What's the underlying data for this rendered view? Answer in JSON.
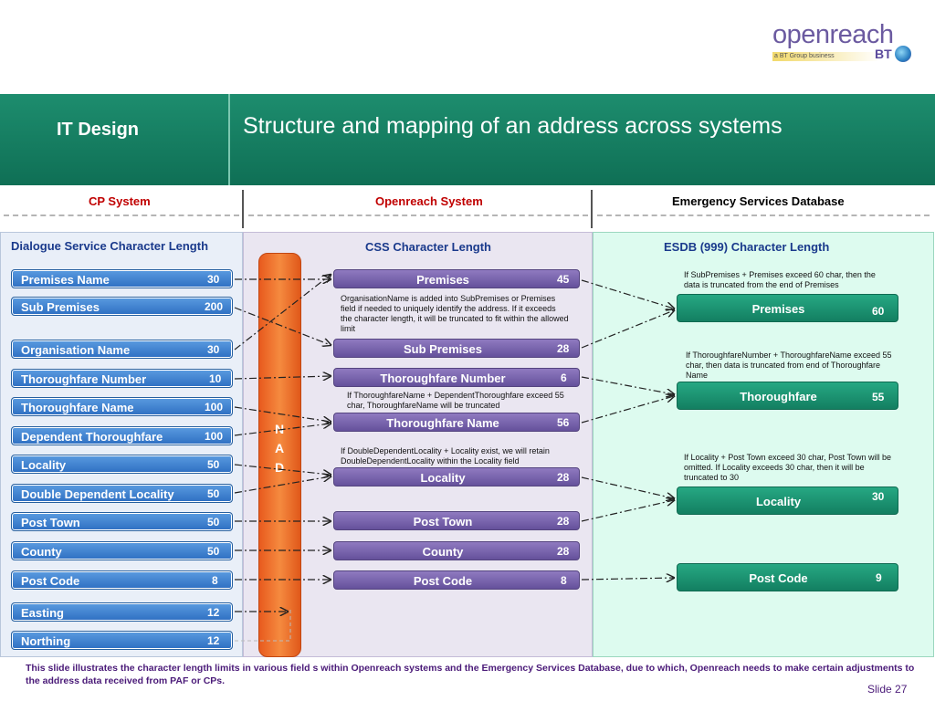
{
  "logo": {
    "word": "openreach",
    "tagline": "a BT Group business",
    "bt": "BT"
  },
  "banner": {
    "section": "IT Design",
    "title": "Structure and mapping of an address across systems"
  },
  "columns": {
    "cp": "CP System",
    "openreach": "Openreach System",
    "esdb": "Emergency Services Database"
  },
  "panels": {
    "left_title": "Dialogue Service  Character Length",
    "mid_title": "CSS Character Length",
    "right_title": "ESDB (999) Character Length"
  },
  "nad": [
    "N",
    "A",
    "D"
  ],
  "cp_fields": [
    {
      "label": "Premises Name",
      "value": "30"
    },
    {
      "label": "Sub Premises",
      "value": "200"
    },
    {
      "label": "Organisation Name",
      "value": "30"
    },
    {
      "label": "Thoroughfare Number",
      "value": "10"
    },
    {
      "label": "Thoroughfare Name",
      "value": "100"
    },
    {
      "label": "Dependent Thoroughfare",
      "value": "100"
    },
    {
      "label": "Locality",
      "value": "50"
    },
    {
      "label": "Double Dependent Locality",
      "value": "50"
    },
    {
      "label": "Post Town",
      "value": "50"
    },
    {
      "label": "County",
      "value": "50"
    },
    {
      "label": "Post Code",
      "value": "8"
    },
    {
      "label": "Easting",
      "value": "12"
    },
    {
      "label": "Northing",
      "value": "12"
    }
  ],
  "css_fields": [
    {
      "label": "Premises",
      "value": "45"
    },
    {
      "label": "Sub Premises",
      "value": "28"
    },
    {
      "label": "Thoroughfare Number",
      "value": "6"
    },
    {
      "label": "Thoroughfare Name",
      "value": "56"
    },
    {
      "label": "Locality",
      "value": "28"
    },
    {
      "label": "Post Town",
      "value": "28"
    },
    {
      "label": "County",
      "value": "28"
    },
    {
      "label": "Post Code",
      "value": "8"
    }
  ],
  "esdb_fields": [
    {
      "label": "Premises",
      "value": "60"
    },
    {
      "label": "Thoroughfare",
      "value": "55"
    },
    {
      "label": "Locality",
      "value": "30"
    },
    {
      "label": "Post Code",
      "value": "9"
    }
  ],
  "notes": {
    "org_name": "OrganisationName  is added into SubPremises or Premises field if needed to uniquely identify the address. If it exceeds the character length,  it will be truncated to fit within the allowed limit",
    "thoroughfare_css": "If ThoroughfareName + DependentThoroughfare exceed 55 char, ThoroughfareName will be truncated",
    "locality_css": "If DoubleDependentLocality + Locality exist, we will retain DoubleDependentLocality within the Locality field",
    "premises_esdb": "If SubPremises + Premises exceed 60 char, then the data is truncated from  the end of Premises",
    "thoroughfare_esdb": "If ThoroughfareNumber + ThoroughfareName exceed 55 char, then data is truncated from end of Thoroughfare Name",
    "locality_esdb": "If Locality + Post Town exceed 30 char, Post Town will be omitted. If Locality exceeds 30 char, then it will be truncated to 30"
  },
  "footer": {
    "text": "This slide illustrates the character  length limits in  various field s within Openreach systems and the Emergency Services Database,  due to which, Openreach needs to make certain adjustments to the address data  received from PAF or  CPs.",
    "slide": "Slide 27"
  },
  "colors": {
    "banner": "#1d8d6e",
    "cp_box": "#2e6fc2",
    "css_box": "#65519b",
    "esdb_box": "#137f61",
    "nad": "#f58a3f",
    "accent_text": "#4a1a78",
    "column_header_red": "#c00000"
  }
}
